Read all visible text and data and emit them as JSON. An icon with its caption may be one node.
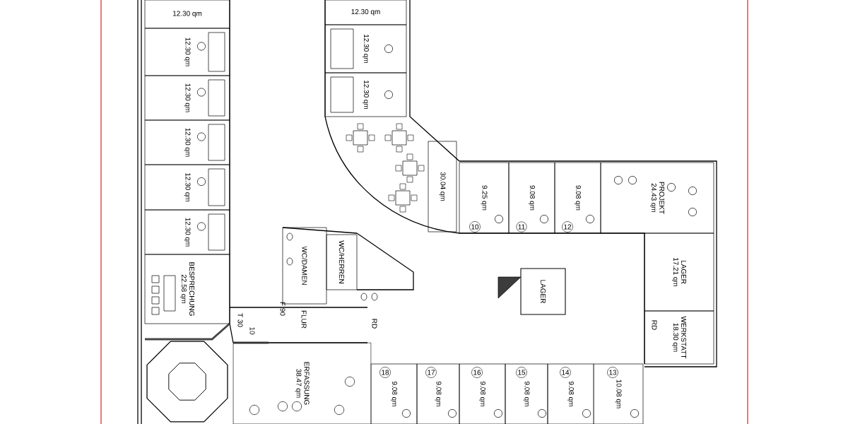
{
  "diagram": {
    "nodes": [
      {
        "text": [
          "12.30 qm"
        ]
      },
      {
        "text": [
          "12.30 qm"
        ]
      },
      {
        "text": [
          "12.30 qm"
        ]
      },
      {
        "text": [
          "12.30 qm"
        ]
      },
      {
        "text": [
          "12.30 qm"
        ]
      },
      {
        "text": [
          "12.30 qm"
        ]
      },
      {
        "text": [
          "BESPRECHUNG",
          "22.58 qm"
        ]
      },
      {
        "text": [
          "12.30 qm"
        ]
      },
      {
        "text": [
          "12.30 qm"
        ]
      },
      {
        "text": [
          "12.30 qm"
        ]
      },
      {
        "text": [
          "30.04 qm"
        ]
      },
      {
        "text": [
          "9.25 qm"
        ]
      },
      {
        "text": [
          "9.08 qm"
        ]
      },
      {
        "text": [
          "9.08 qm"
        ]
      },
      {
        "text": [
          "PROJEKT",
          "24.43 qm"
        ]
      },
      {
        "text": [
          "WC/DAMEN"
        ]
      },
      {
        "text": [
          "WC/HERREN"
        ]
      },
      {
        "text": [
          "LAGER"
        ]
      },
      {
        "text": [
          "LAGER",
          "17.21 qm"
        ]
      },
      {
        "text": [
          "WERKSTATT",
          "18.30 qm"
        ]
      },
      {
        "text": [
          "ERFASSUNG",
          "38.47 qm"
        ]
      },
      {
        "text": [
          "9.08 qm"
        ]
      },
      {
        "text": [
          "9.08 qm"
        ]
      },
      {
        "text": [
          "9.08 qm"
        ]
      },
      {
        "text": [
          "9.08 qm"
        ]
      },
      {
        "text": [
          "9.08 qm"
        ]
      },
      {
        "text": [
          "10.08 qm"
        ]
      }
    ],
    "labels": [
      "T 30",
      "10",
      "F 90",
      "FLUR",
      "RD",
      "RD",
      "10",
      "11",
      "12",
      "18",
      "17",
      "16",
      "15",
      "14",
      "13"
    ]
  }
}
